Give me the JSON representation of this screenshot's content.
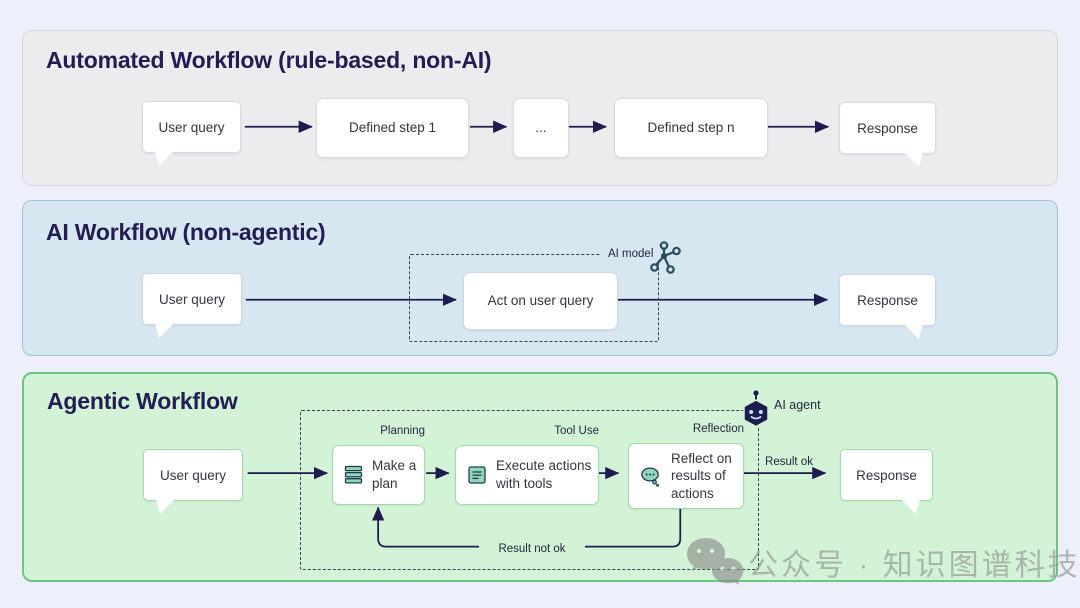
{
  "colors": {
    "page_bg": "#edeffa",
    "ink_navy": "#221d52",
    "arrow": "#1e1b4e",
    "panel_automated_bg": "#ebecee",
    "panel_automated_border": "#d5d6da",
    "panel_ai_bg": "#d7e7f2",
    "panel_ai_border": "#9fc3dc",
    "panel_agentic_bg": "#d3f3d6",
    "panel_agentic_border": "#6fc57e",
    "icon_teal": "#8fd6bf",
    "icon_outline": "#1f3b4d",
    "watermark_gray": "#8a8a8a"
  },
  "panel_automated": {
    "title": "Automated Workflow (rule-based, non-AI)",
    "user_query": "User query",
    "step_1": "Defined step 1",
    "ellipsis": "...",
    "step_n": "Defined step n",
    "response": "Response"
  },
  "panel_ai": {
    "title": "AI Workflow (non-agentic)",
    "user_query": "User query",
    "act_on_query": "Act on user query",
    "ai_model_label": "AI model",
    "response": "Response"
  },
  "panel_agentic": {
    "title": "Agentic Workflow",
    "user_query": "User query",
    "planning_label": "Planning",
    "make_plan": "Make a plan",
    "tool_use_label": "Tool Use",
    "execute_actions": "Execute actions with tools",
    "reflection_label": "Reflection",
    "reflect": "Reflect on results of actions",
    "result_ok_label": "Result ok",
    "result_not_ok_label": "Result not ok",
    "ai_agent_label": "AI agent",
    "response": "Response"
  },
  "watermark": {
    "text": "公众号 · 知识图谱科技"
  }
}
